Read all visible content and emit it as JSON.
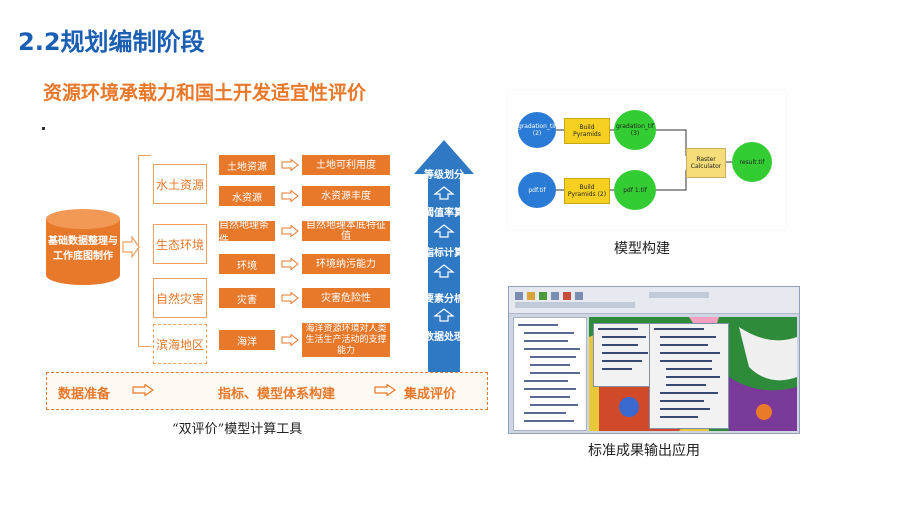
{
  "header": {
    "title": "2.2规划编制阶段",
    "subtitle": "资源环境承载力和国土开发适宜性评价"
  },
  "left_diagram": {
    "database": [
      "基础数据整理与",
      "工作底图制作"
    ],
    "categories": [
      "水土资源",
      "生态环境",
      "自然灾害",
      "滨海地区"
    ],
    "indicators": [
      "土地资源",
      "水资源",
      "自然地理条件",
      "环境",
      "灾害",
      "海洋"
    ],
    "results": [
      "土地可利用度",
      "水资源丰度",
      "自然地理本底特征值",
      "环境纳污能力",
      "灾害危险性",
      "海洋资源环境对人类生活生产活动的支撑能力"
    ],
    "workflow_steps": [
      "等级划分",
      "阈值率算",
      "指标计算",
      "要素分析",
      "数据处理"
    ],
    "bottom_bar": [
      "数据准备",
      "指标、模型体系构建",
      "集成评价"
    ],
    "caption": "“双评价”模型计算工具"
  },
  "model_diagram": {
    "nodes": [
      {
        "label": "gradation_tif (2)",
        "kind": "blue"
      },
      {
        "label": "Build Pyramids",
        "kind": "yellow"
      },
      {
        "label": "gradation_tif (3)",
        "kind": "green"
      },
      {
        "label": "pdf.tif",
        "kind": "blue"
      },
      {
        "label": "Build Pyramids (2)",
        "kind": "yellow"
      },
      {
        "label": "pdf 1.tif",
        "kind": "green"
      },
      {
        "label": "Raster Calculator",
        "kind": "tan"
      },
      {
        "label": "result.tif",
        "kind": "green"
      }
    ],
    "caption": "模型构建"
  },
  "software_shot": {
    "caption": "标准成果输出应用"
  },
  "colors": {
    "title_blue": "#1a5fb4",
    "accent_orange": "#e8782a",
    "arrow_blue": "#2f78c4"
  }
}
